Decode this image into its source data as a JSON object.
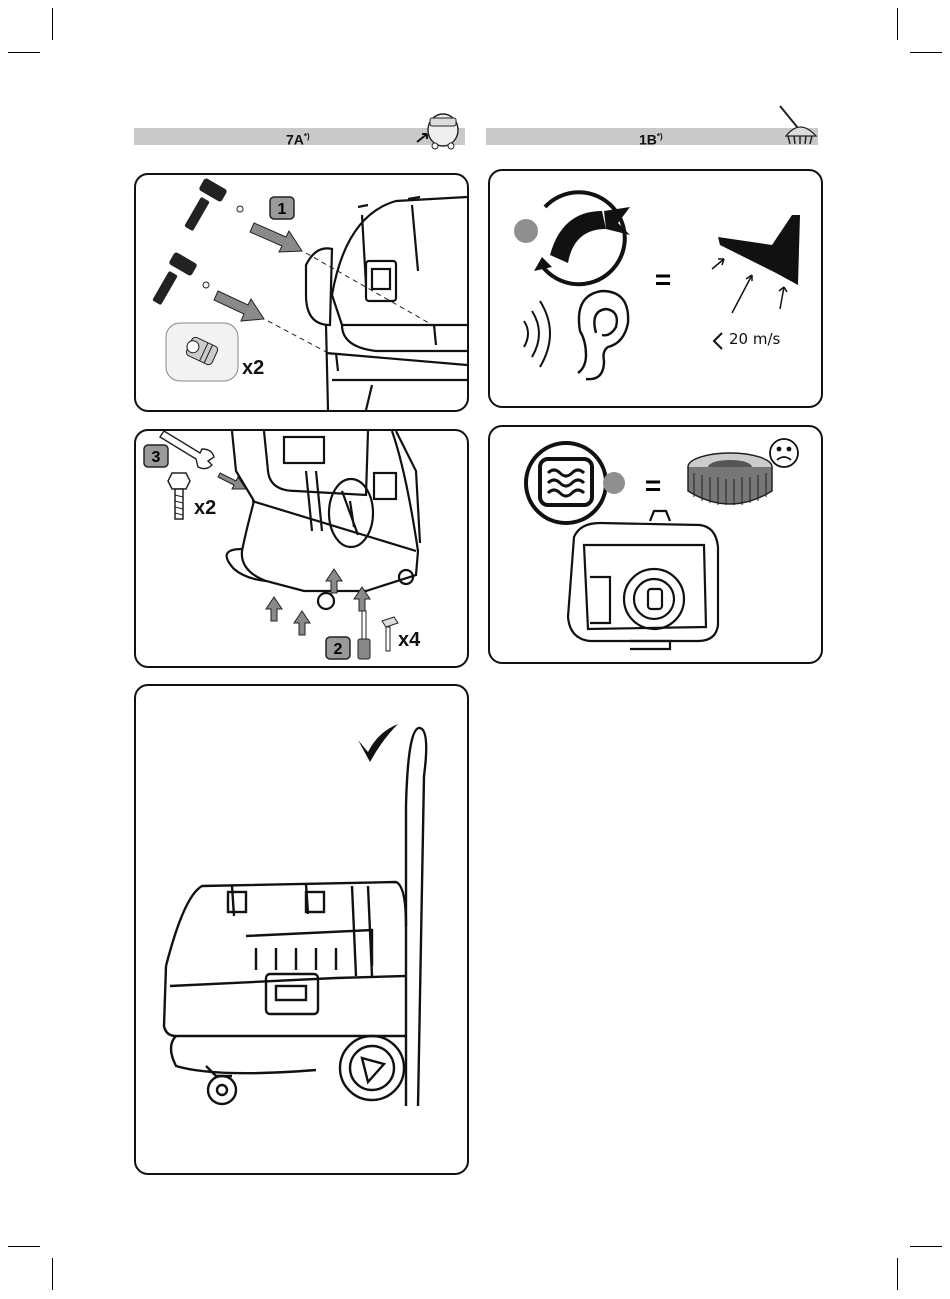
{
  "headers": {
    "left": {
      "label": "7A",
      "mark": "*)"
    },
    "right": {
      "label": "1B",
      "mark": "*)"
    }
  },
  "panel_7a_1": {
    "step": "1",
    "multiplier": "x2"
  },
  "panel_7a_2": {
    "step_3": "3",
    "step_2": "2",
    "multiplier_bolts": "x2",
    "multiplier_screws": "x4"
  },
  "panel_1b_1": {
    "equals": "=",
    "speed": "20 m/s"
  },
  "panel_1b_2": {
    "equals": "="
  },
  "icons": {
    "header_left": "vacuum-cleaner-icon",
    "header_right": "floor-nozzle-icon",
    "done": "checkmark-icon",
    "sad": "sad-face-icon"
  },
  "colors": {
    "header_bar": "#c9c9c9",
    "step_badge": "#9a9a9a",
    "arrow": "#8a8a8a"
  }
}
